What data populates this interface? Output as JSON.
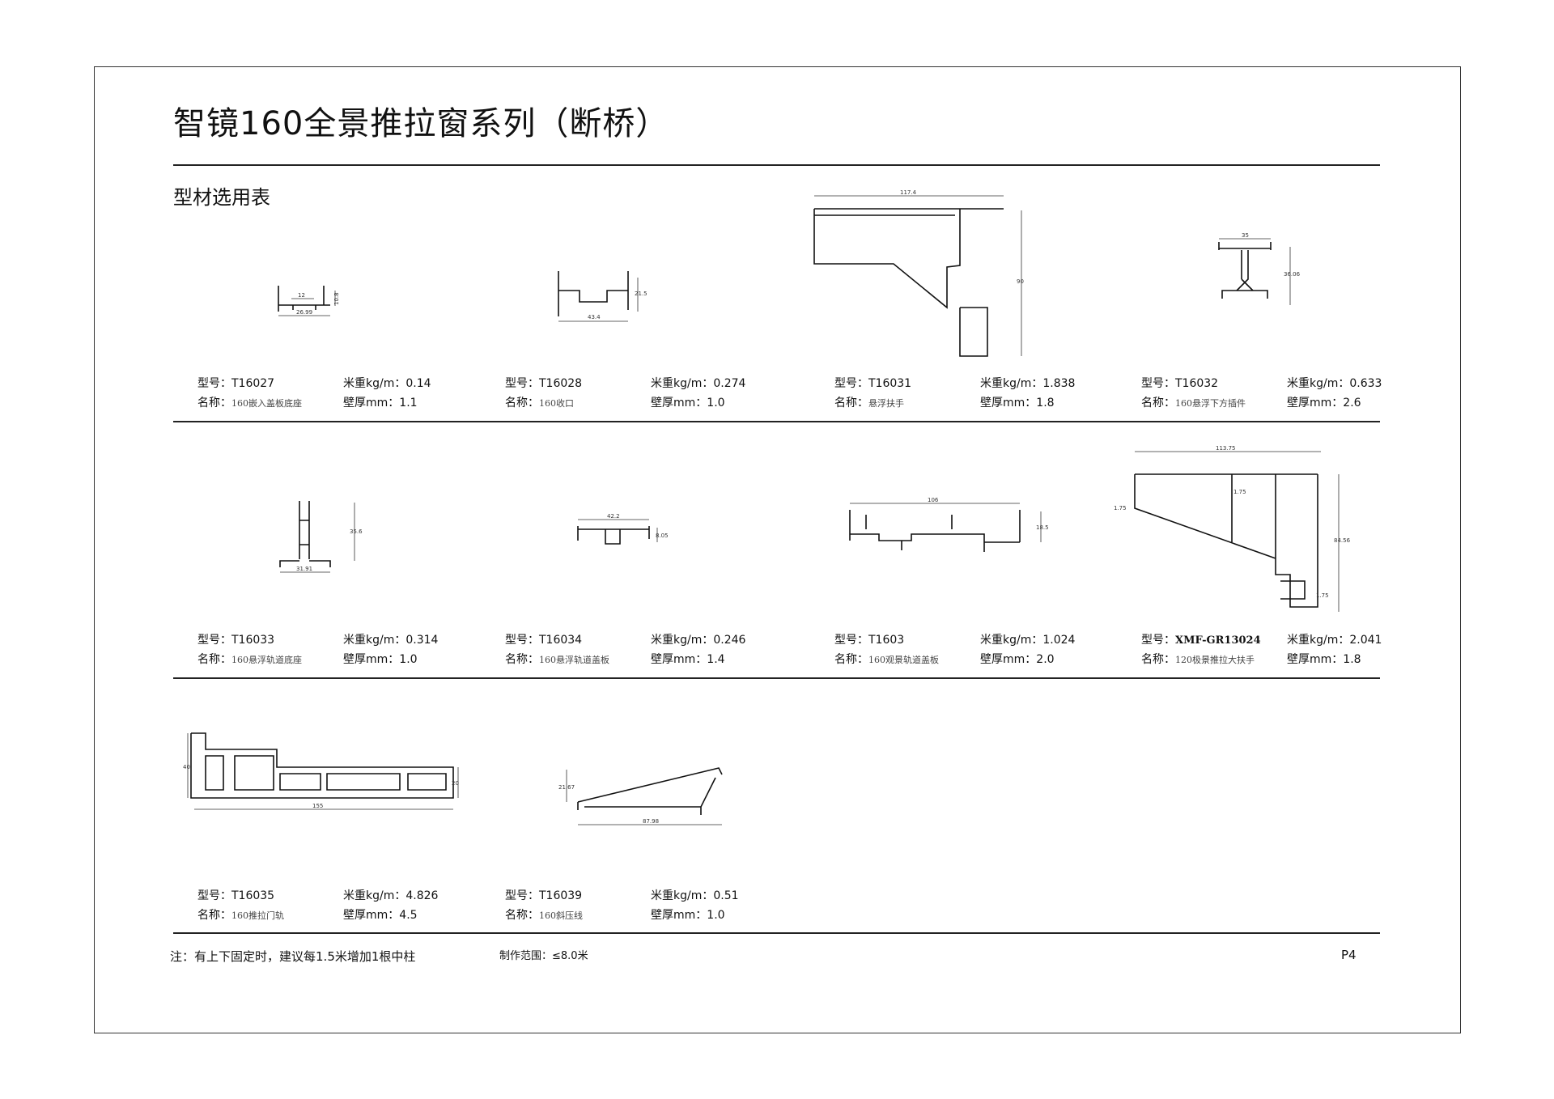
{
  "title": "智镜160全景推拉窗系列（断桥）",
  "subtitle": "型材选用表",
  "labels": {
    "model": "型号：",
    "name": "名称：",
    "weight": "米重kg/m：",
    "thickness": "壁厚mm："
  },
  "items": [
    {
      "model": "T16027",
      "name": "160嵌入盖板底座",
      "weight": "0.14",
      "thickness": "1.1",
      "dims": [
        "26.99",
        "12",
        "10.8"
      ]
    },
    {
      "model": "T16028",
      "name": "160收口",
      "weight": "0.274",
      "thickness": "1.0",
      "dims": [
        "43.4",
        "21.5"
      ]
    },
    {
      "model": "T16031",
      "name": "悬浮扶手",
      "weight": "1.838",
      "thickness": "1.8",
      "dims": [
        "117.4",
        "90"
      ]
    },
    {
      "model": "T16032",
      "name": "160悬浮下方插件",
      "weight": "0.633",
      "thickness": "2.6",
      "dims": [
        "35",
        "36.06"
      ]
    },
    {
      "model": "T16033",
      "name": "160悬浮轨道底座",
      "weight": "0.314",
      "thickness": "1.0",
      "dims": [
        "31.91",
        "35.6"
      ]
    },
    {
      "model": "T16034",
      "name": "160悬浮轨道盖板",
      "weight": "0.246",
      "thickness": "1.4",
      "dims": [
        "42.2",
        "8.05"
      ]
    },
    {
      "model": "T1603",
      "name": "160观景轨道盖板",
      "weight": "1.024",
      "thickness": "2.0",
      "dims": [
        "106",
        "18.5"
      ]
    },
    {
      "model": "XMF-GR13024",
      "name": "120极景推拉大扶手",
      "weight": "2.041",
      "thickness": "1.8",
      "dims": [
        "113.75",
        "1.75",
        "1.75",
        "84.56",
        "1.75"
      ]
    },
    {
      "model": "T16035",
      "name": "160推拉门轨",
      "weight": "4.826",
      "thickness": "4.5",
      "dims": [
        "155",
        "40",
        "20"
      ]
    },
    {
      "model": "T16039",
      "name": "160斜压线",
      "weight": "0.51",
      "thickness": "1.0",
      "dims": [
        "87.98",
        "21.67"
      ]
    }
  ],
  "footer": {
    "note": "注：有上下固定时，建议每1.5米增加1根中柱",
    "range": "制作范围：≤8.0米",
    "page": "P4"
  }
}
